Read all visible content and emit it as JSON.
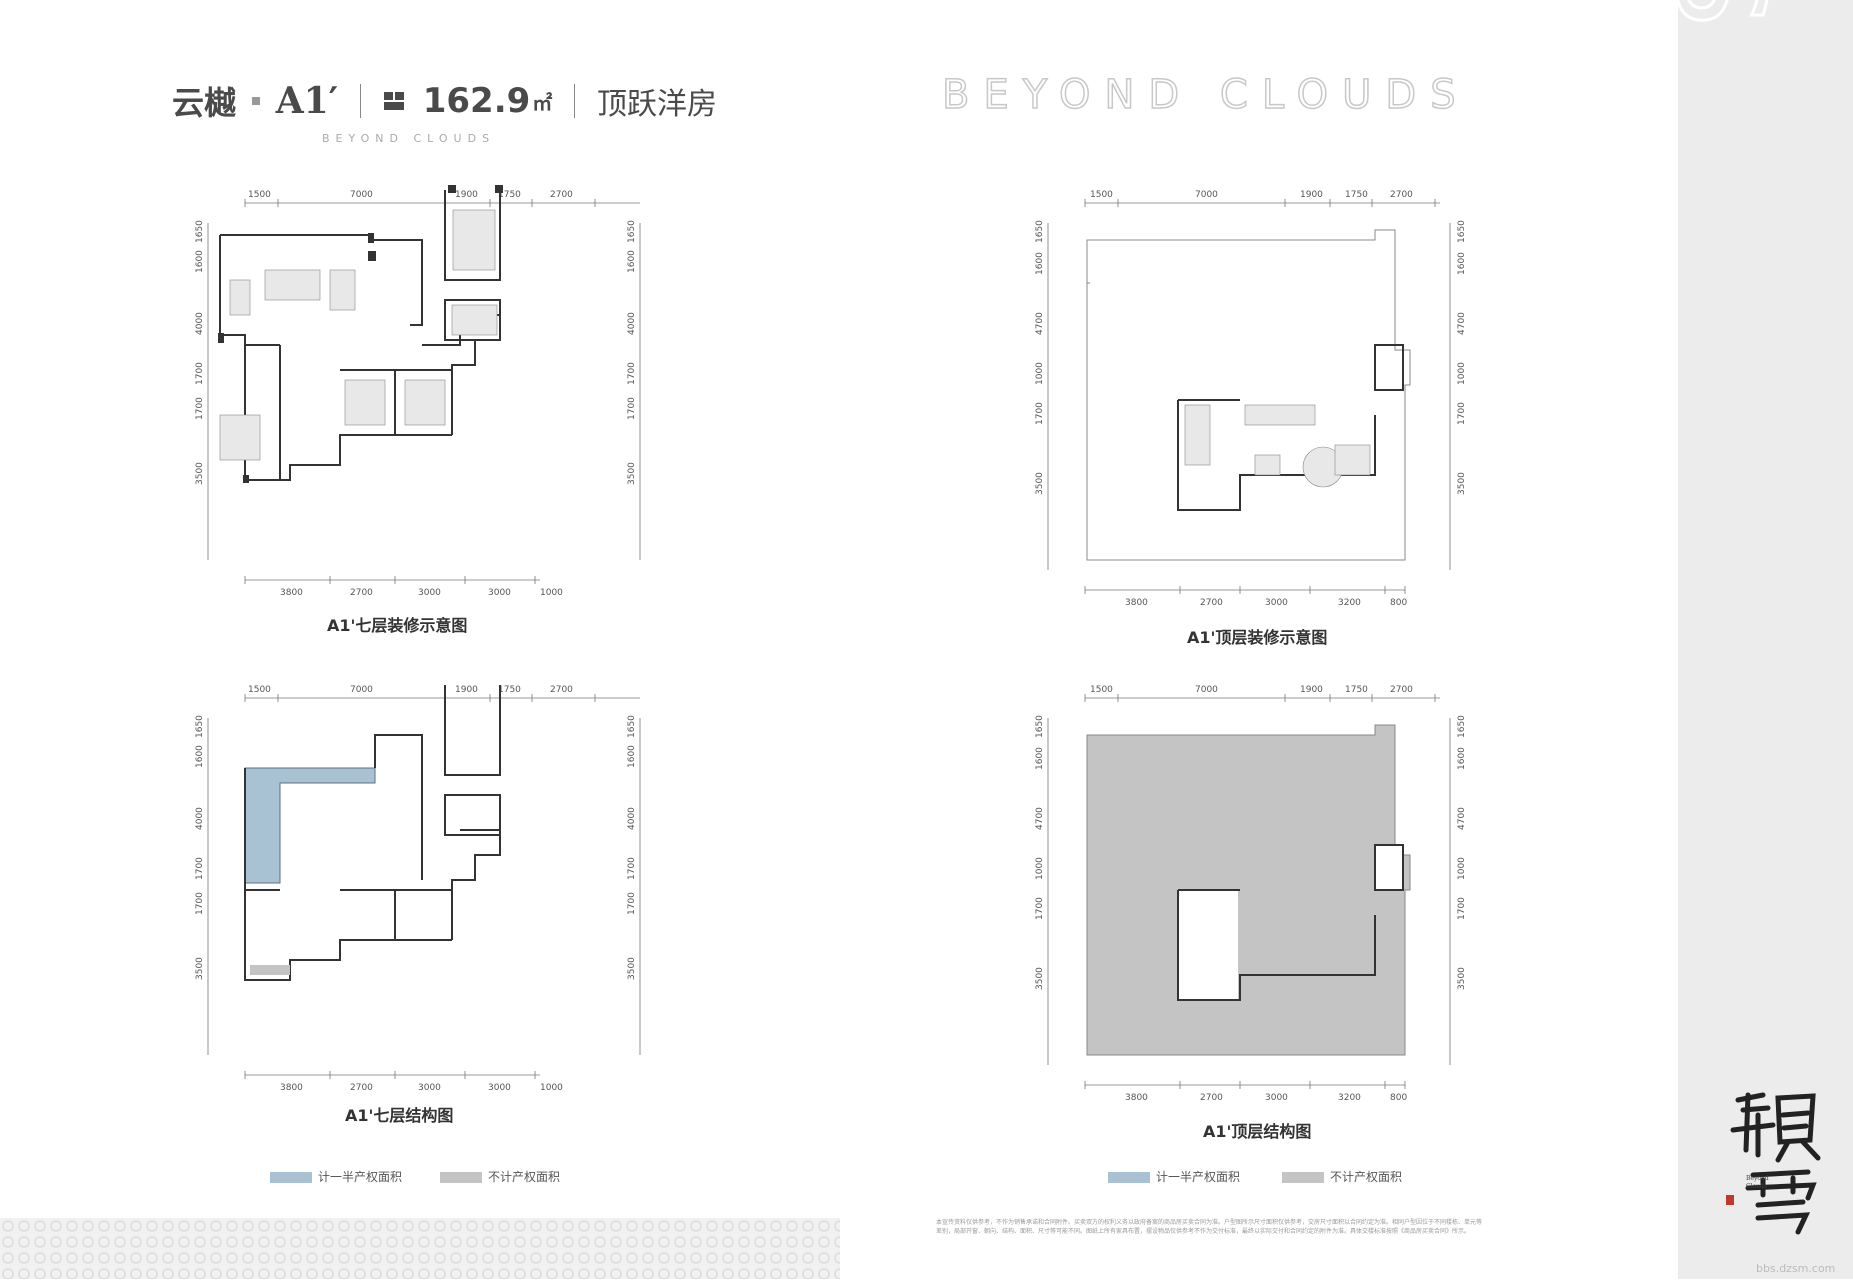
{
  "header": {
    "project_name": "云樾",
    "unit_code": "A1′",
    "area": "162.9",
    "area_unit": "㎡",
    "unit_type": "顶跃洋房",
    "sub_brand": "BEYOND CLOUDS",
    "brand_en": "BEYOND CLOUDS"
  },
  "sidebar": {
    "vertical_text": "BEYOND CLOUDS"
  },
  "plans": {
    "seventh_decor": {
      "caption": "A1'七层装修示意图",
      "top_dims": [
        "1500",
        "7000",
        "1900",
        "1750",
        "2700"
      ],
      "bottom_dims": [
        "3800",
        "2700",
        "3000",
        "3000",
        "1000"
      ],
      "left_dims": [
        "1650",
        "1600",
        "4000",
        "1700",
        "1700",
        "3500"
      ],
      "right_dims": [
        "1650",
        "1600",
        "4000",
        "1700",
        "1700",
        "3500"
      ]
    },
    "top_decor": {
      "caption": "A1'顶层装修示意图",
      "top_dims": [
        "1500",
        "7000",
        "1900",
        "1750",
        "2700"
      ],
      "bottom_dims": [
        "3800",
        "2700",
        "3000",
        "3200",
        "800"
      ],
      "left_dims": [
        "1650",
        "1600",
        "4700",
        "1000",
        "1700",
        "3500"
      ],
      "right_dims": [
        "1650",
        "1600",
        "4700",
        "1000",
        "1700",
        "3500"
      ]
    },
    "seventh_struct": {
      "caption": "A1'七层结构图",
      "top_dims": [
        "1500",
        "7000",
        "1900",
        "1750",
        "2700"
      ],
      "bottom_dims": [
        "3800",
        "2700",
        "3000",
        "3000",
        "1000"
      ],
      "left_dims": [
        "1650",
        "1600",
        "4000",
        "1700",
        "1700",
        "3500"
      ],
      "right_dims": [
        "1650",
        "1600",
        "4000",
        "1700",
        "1700",
        "3500"
      ]
    },
    "top_struct": {
      "caption": "A1'顶层结构图",
      "top_dims": [
        "1500",
        "7000",
        "1900",
        "1750",
        "2700"
      ],
      "bottom_dims": [
        "3800",
        "2700",
        "3000",
        "3200",
        "800"
      ],
      "left_dims": [
        "1650",
        "1600",
        "4700",
        "1000",
        "1700",
        "3500"
      ],
      "right_dims": [
        "1650",
        "1600",
        "4700",
        "1000",
        "1700",
        "3500"
      ]
    }
  },
  "legend": {
    "half_area": "计一半产权面积",
    "no_area": "不计产权面积",
    "half_color": "#a9c2d3",
    "no_color": "#c4c4c4"
  },
  "footnote": {
    "line1": "本宣传资料仅供参考，不作为销售承诺和合同附件。买卖双方的权利义务以政府备案的商品房买卖合同为准。户型图所示尺寸面积仅供参考，交房尺寸面积以合同约定为准。相同户型因位于不同楼栋、单元等",
    "line2": "差别，局部开窗、朝向、结构、面积、尺寸等可能不同。图纸上所有家具布置，摆设物品仅供参考不作为交付标准，最终以实际交付和合同约定的附件为准。具体交楼标准按照《商品房买卖合同》所示。"
  },
  "logo": {
    "small_en_1": "Beyond",
    "small_en_2": "Clouds"
  },
  "watermark": "bbs.dzsm.com"
}
